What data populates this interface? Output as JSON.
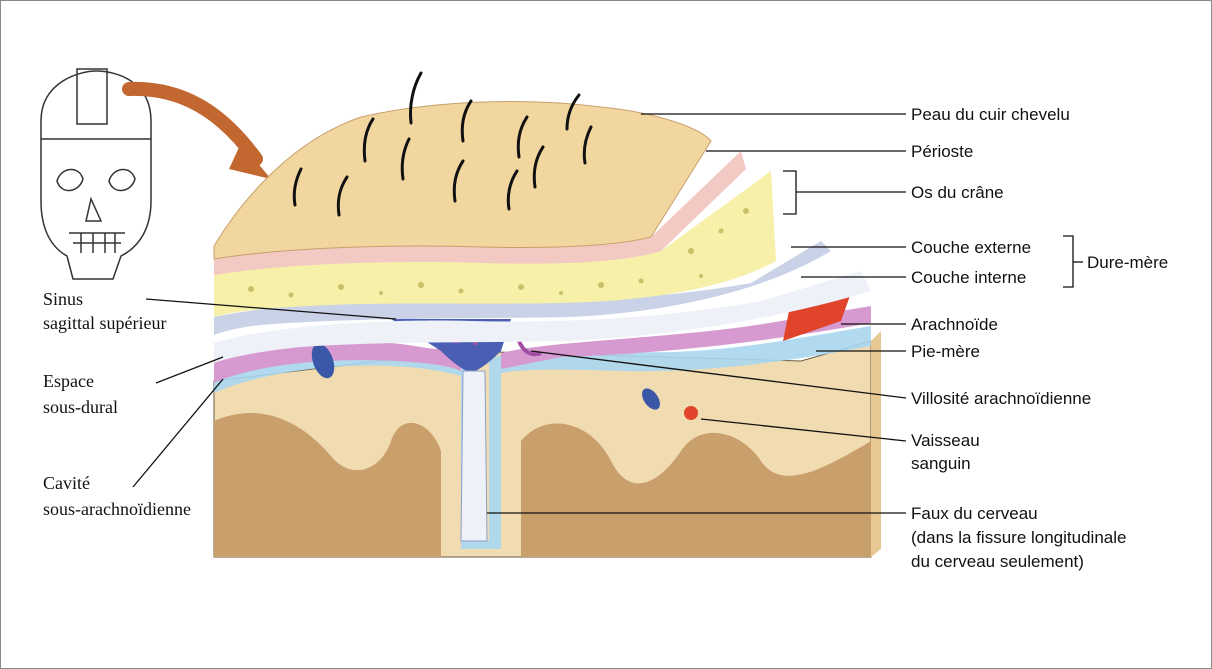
{
  "colors": {
    "skin": "#f1d6a0",
    "periosteum": "#f3c9c4",
    "bone": "#f6f0a8",
    "dura_outer": "#c9d2e6",
    "dura_inner": "#eef1f8",
    "arachnoid": "#d79ad0",
    "pia": "#a9d6f0",
    "sinus": "#4a5fb4",
    "brain_gray": "#c9a06c",
    "brain_white": "#f1dcb2",
    "vessel": "#e0452c",
    "arrow": "#c26730",
    "leader": "#111111"
  },
  "labels": {
    "skin": "Peau du cuir chevelu",
    "periosteum": "Périoste",
    "bone": "Os du crâne",
    "dura_outer": "Couche externe",
    "dura_inner": "Couche interne",
    "dura_group": "Dure-mère",
    "arachnoid": "Arachnoïde",
    "pia": "Pie-mère",
    "villus": "Villosité arachnoïdienne",
    "vessel_line1": "Vaisseau",
    "vessel_line2": "sanguin",
    "falx_line1": "Faux du cerveau",
    "falx_line2": "(dans la fissure longitudinale",
    "falx_line3": "du cerveau seulement)",
    "sinus_line1": "Sinus",
    "sinus_line2": "sagittal supérieur",
    "subdural_line1": "Espace",
    "subdural_line2": "sous-dural",
    "subarachnoid_line1": "Cavité",
    "subarachnoid_line2": "sous-arachnoïdienne"
  }
}
